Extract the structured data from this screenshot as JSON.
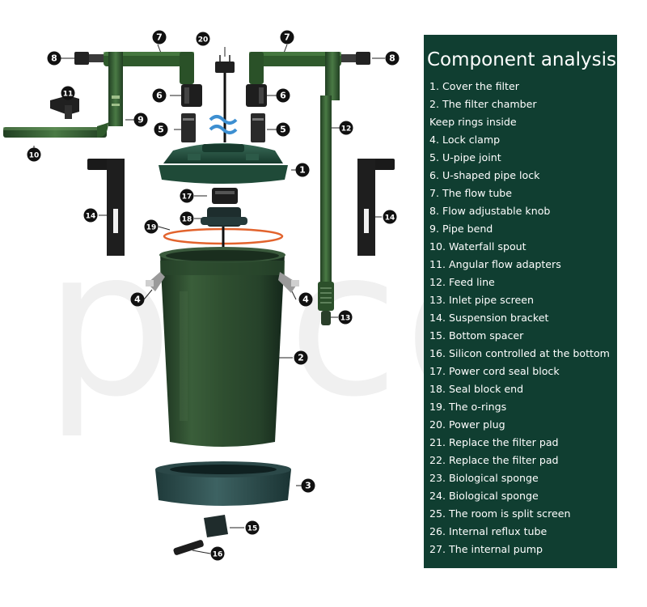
{
  "panel": {
    "title": "Component analysis",
    "items": [
      "1. Cover the filter",
      "2. The filter chamber",
      "Keep rings inside",
      "4. Lock clamp",
      "5. U-pipe joint",
      "6. U-shaped pipe lock",
      "7. The flow tube",
      "8. Flow adjustable knob",
      "9. Pipe bend",
      "10. Waterfall spout",
      "11. Angular flow adapters",
      "12. Feed line",
      "13. Inlet pipe screen",
      "14. Suspension bracket",
      "15. Bottom spacer",
      "16. Silicon controlled at the bottom",
      "17. Power cord seal block",
      "18. Seal block end",
      "19. The o-rings",
      "20. Power plug",
      "21. Replace the filter pad",
      "22. Replace the filter pad",
      "23. Biological sponge",
      "24. Biological sponge",
      "25. The room is split screen",
      "26. Internal reflux tube",
      "27. The internal pump"
    ]
  },
  "diagram": {
    "watermark": "psco",
    "callouts": [
      {
        "id": "c8-left",
        "label": "8"
      },
      {
        "id": "c7-left",
        "label": "7"
      },
      {
        "id": "c20",
        "label": "20"
      },
      {
        "id": "c7-right",
        "label": "7"
      },
      {
        "id": "c8-right",
        "label": "8"
      },
      {
        "id": "c11",
        "label": "11"
      },
      {
        "id": "c6-left",
        "label": "6"
      },
      {
        "id": "c6-right",
        "label": "6"
      },
      {
        "id": "c9",
        "label": "9"
      },
      {
        "id": "c5-left",
        "label": "5"
      },
      {
        "id": "c5-right",
        "label": "5"
      },
      {
        "id": "c12",
        "label": "12"
      },
      {
        "id": "c10",
        "label": "10"
      },
      {
        "id": "c1",
        "label": "1"
      },
      {
        "id": "c17",
        "label": "17"
      },
      {
        "id": "c14-left",
        "label": "14"
      },
      {
        "id": "c14-right",
        "label": "14"
      },
      {
        "id": "c18",
        "label": "18"
      },
      {
        "id": "c19",
        "label": "19"
      },
      {
        "id": "c4-left",
        "label": "4"
      },
      {
        "id": "c4-right",
        "label": "4"
      },
      {
        "id": "c13",
        "label": "13"
      },
      {
        "id": "c2",
        "label": "2"
      },
      {
        "id": "c3",
        "label": "3"
      },
      {
        "id": "c15",
        "label": "15"
      },
      {
        "id": "c16",
        "label": "16"
      }
    ],
    "colors": {
      "panel": "#103e31",
      "pipe": "#2f5a2c",
      "canister": "#2a4a2c",
      "lid": "#23503f",
      "base": "#2a4a4a",
      "oring": "#e2632d"
    }
  }
}
